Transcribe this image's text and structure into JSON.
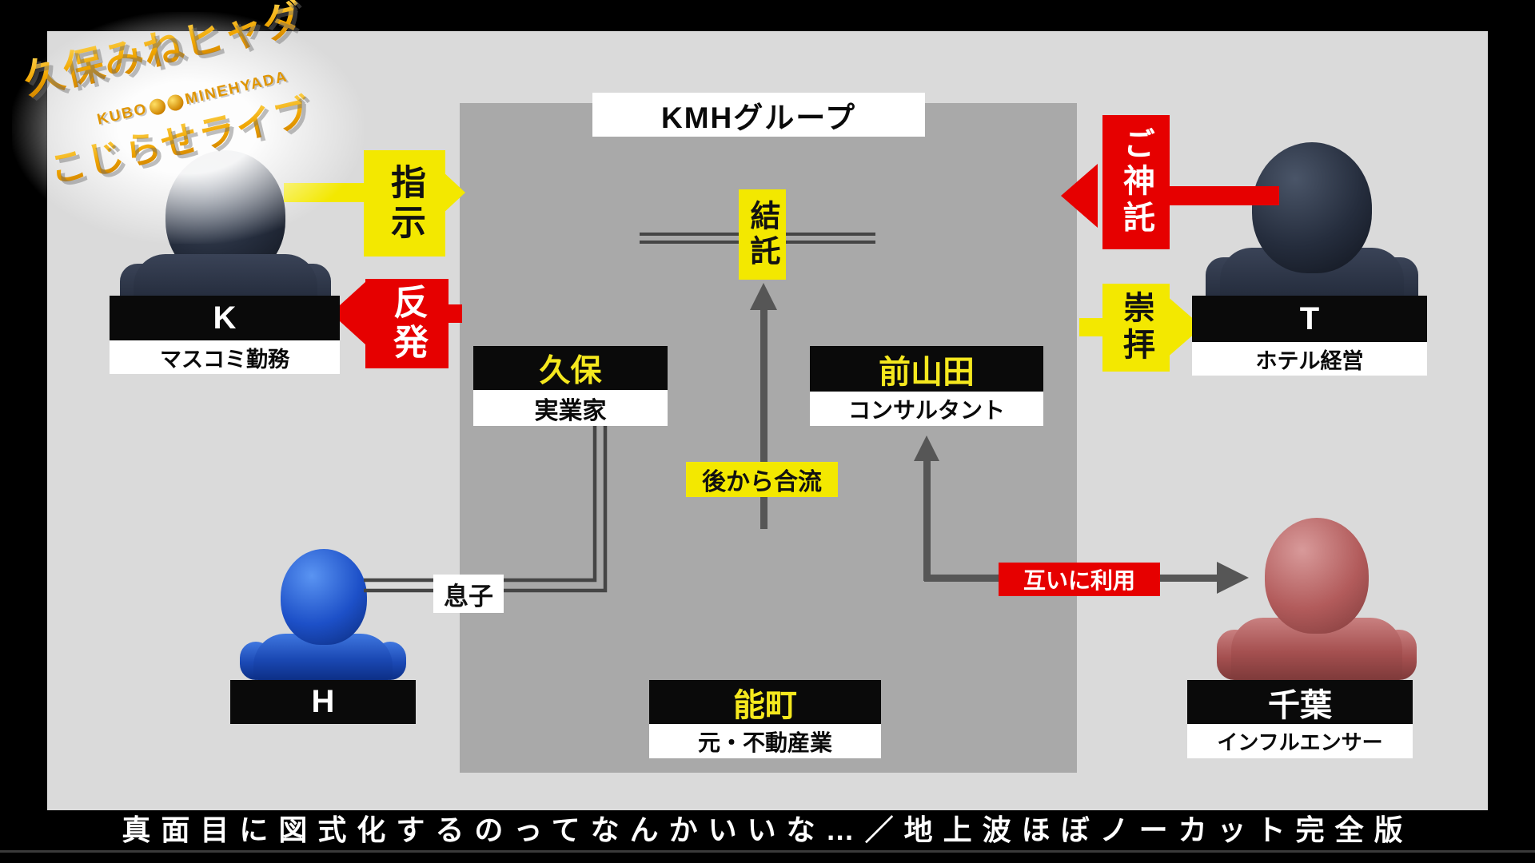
{
  "logo": {
    "line1": "久保みねヒャダ",
    "romaji_left": "KUBO",
    "romaji_right": "MINEHYADA",
    "line2": "こじらせライブ"
  },
  "group": {
    "title": "KMHグループ"
  },
  "people": {
    "k": {
      "name": "K",
      "role": "マスコミ勤務"
    },
    "kubo": {
      "name": "久保",
      "role": "実業家"
    },
    "maeyamada": {
      "name": "前山田",
      "role": "コンサルタント"
    },
    "t": {
      "name": "T",
      "role": "ホテル経営"
    },
    "h": {
      "name": "H"
    },
    "nomachi": {
      "name": "能町",
      "role": "元・不動産業"
    },
    "chiba": {
      "name": "千葉",
      "role": "インフルエンサー"
    }
  },
  "relations": {
    "shiji": "指示",
    "hanpatsu": "反発",
    "kettaku": "結託",
    "goshintaku": "ご神託",
    "suhai": "崇拝",
    "atokara": "後から合流",
    "musuko": "息子",
    "tagaini": "互いに利用"
  },
  "caption": "真面目に図式化するのってなんかいいな…／地上波ほぼノーカット完全版",
  "colors": {
    "accent_yellow": "#f3e800",
    "accent_red": "#e60000",
    "panel": "#dadada",
    "group_box": "#a9a9a9",
    "figure_blue": "#1d50c8",
    "figure_dark": "#252d3d",
    "figure_red": "#b25b5b",
    "name_yellow": "#f5e81e"
  }
}
